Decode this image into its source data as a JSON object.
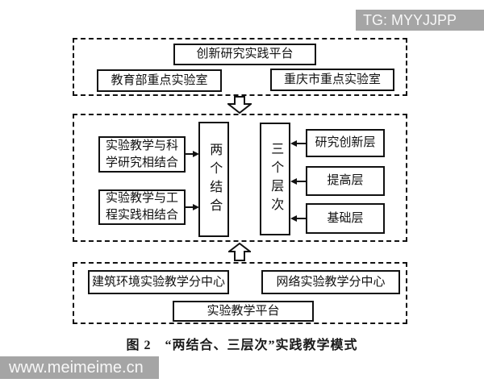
{
  "watermarks": {
    "top_right": "TG: MYYJJPP",
    "bottom_left": "www.meimeime.cn"
  },
  "diagram": {
    "top_group": {
      "platform": "创新研究实践平台",
      "labs": [
        "教育部重点实验室",
        "重庆市重点实验室"
      ]
    },
    "middle_group": {
      "left_items": [
        "实验教学与科学研究相结合",
        "实验教学与工程实践相结合"
      ],
      "two_combinations": "两个结合",
      "three_levels": "三个层次",
      "right_items": [
        "研究创新层",
        "提高层",
        "基础层"
      ]
    },
    "bottom_group": {
      "centers": [
        "建筑环境实验教学分中心",
        "网络实验教学分中心"
      ],
      "platform": "实验教学平台"
    },
    "caption": "图 2　“两结合、三层次”实践教学模式"
  },
  "colors": {
    "line": "#111111",
    "watermark_bg": "#a5a5a5",
    "watermark_text": "#f7f7f7",
    "background": "#ffffff"
  }
}
